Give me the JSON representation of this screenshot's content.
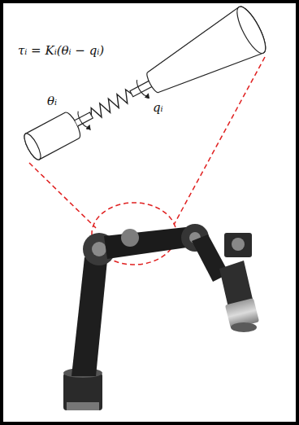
{
  "diagram": {
    "labels": [
      "τᵢ = Kᵢ(θᵢ − qᵢ)",
      "qᵢ",
      "θᵢ"
    ]
  }
}
